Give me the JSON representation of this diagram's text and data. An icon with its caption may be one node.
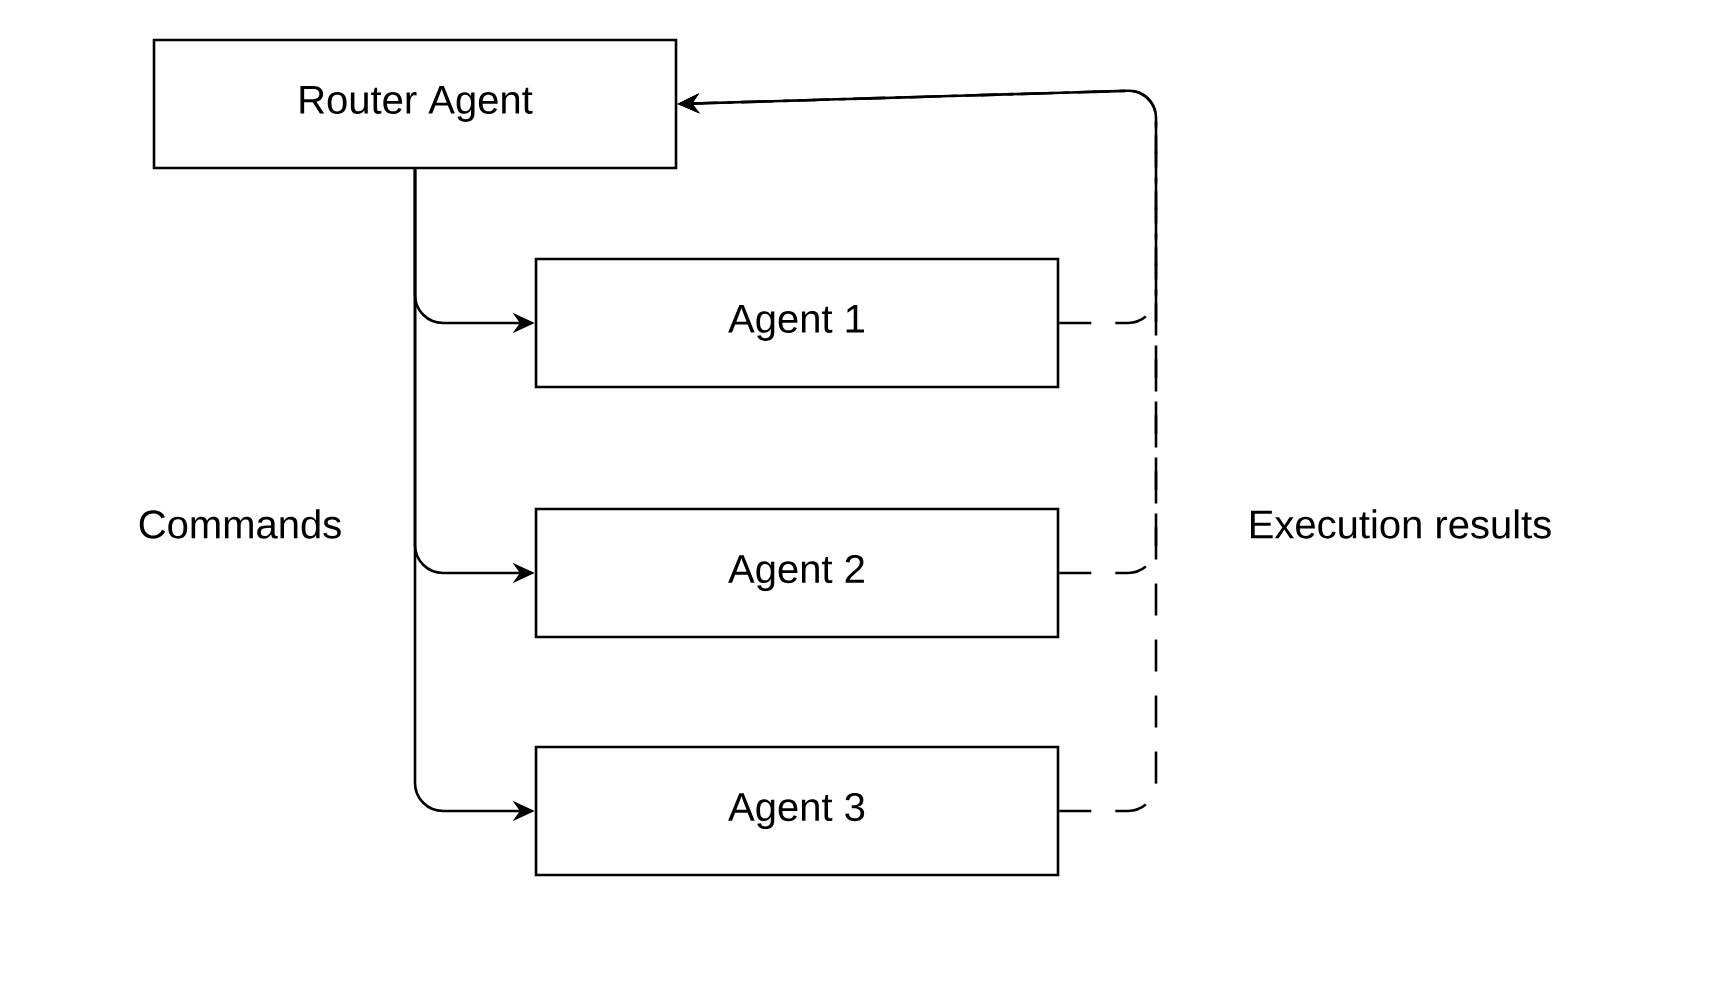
{
  "diagram": {
    "nodes": [
      {
        "text": [
          "Router Agent"
        ]
      },
      {
        "text": [
          "Agent 1"
        ]
      },
      {
        "text": [
          "Agent 2"
        ]
      },
      {
        "text": [
          "Agent 3"
        ]
      }
    ],
    "edges": [
      {
        "from": 0,
        "to": 1,
        "arrow": "to"
      },
      {
        "from": 0,
        "to": 2,
        "arrow": "to"
      },
      {
        "from": 0,
        "to": 3,
        "arrow": "to"
      },
      {
        "from": 1,
        "to": 0,
        "arrow": "to",
        "style": "dashed"
      },
      {
        "from": 2,
        "to": 0,
        "arrow": "to",
        "style": "dashed"
      },
      {
        "from": 3,
        "to": 0,
        "arrow": "to",
        "style": "dashed"
      }
    ],
    "labels": [
      "Commands",
      "Execution results"
    ]
  }
}
